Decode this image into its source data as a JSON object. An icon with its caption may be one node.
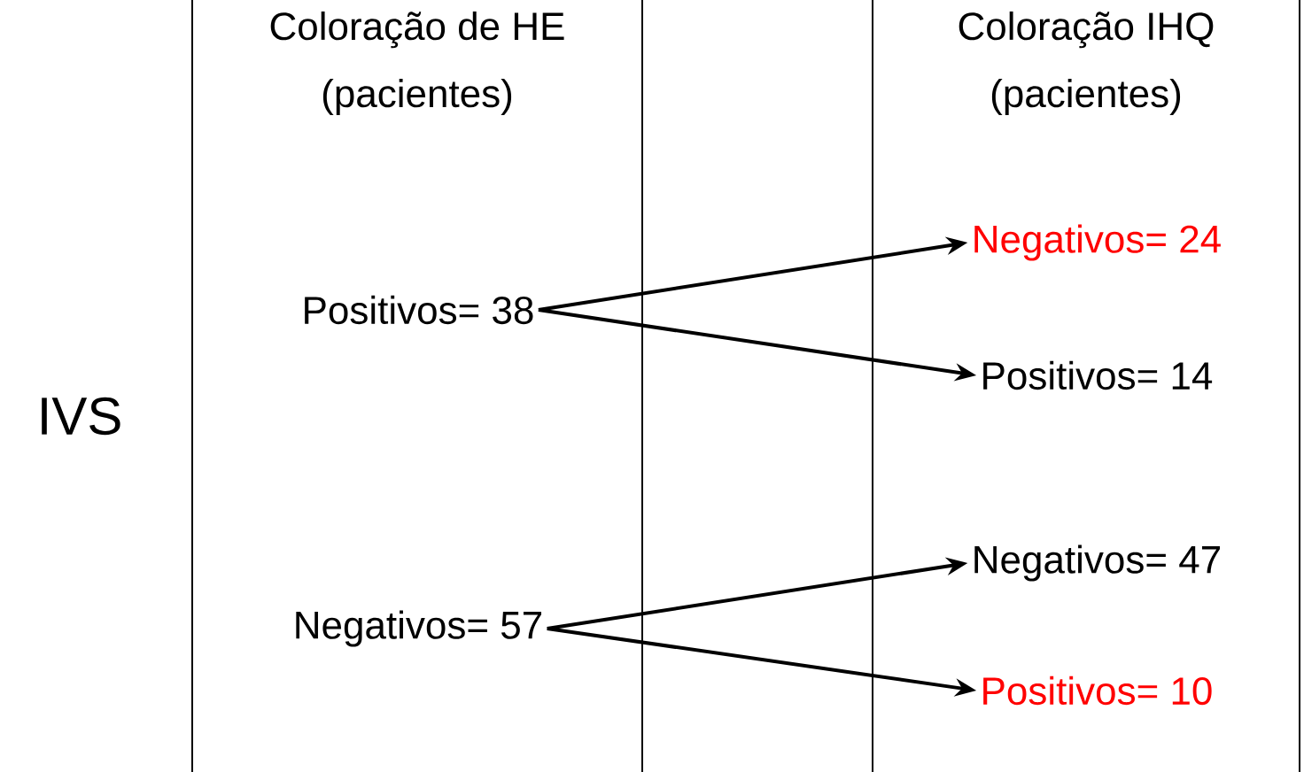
{
  "diagram": {
    "nodes": [
      {
        "text": [
          "Coloração de HE (pacientes)"
        ]
      },
      {
        "text": [
          "Coloração IHQ (pacientes)"
        ]
      },
      {
        "text": [
          "Positivos= 38"
        ],
        "in": 0
      },
      {
        "text": [
          "Negativos= 57"
        ],
        "in": 0
      },
      {
        "text": [
          "Negativos= 24"
        ],
        "in": 1
      },
      {
        "text": [
          "Positivos= 14"
        ],
        "in": 1
      },
      {
        "text": [
          "Negativos= 47"
        ],
        "in": 1
      },
      {
        "text": [
          "Positivos= 10"
        ],
        "in": 1
      }
    ],
    "edges": [
      {
        "from": 2,
        "to": 4,
        "arrow": "to"
      },
      {
        "from": 2,
        "to": 5,
        "arrow": "to"
      },
      {
        "from": 3,
        "to": 6,
        "arrow": "to"
      },
      {
        "from": 3,
        "to": 7,
        "arrow": "to"
      }
    ],
    "labels": [
      "IVS"
    ]
  }
}
